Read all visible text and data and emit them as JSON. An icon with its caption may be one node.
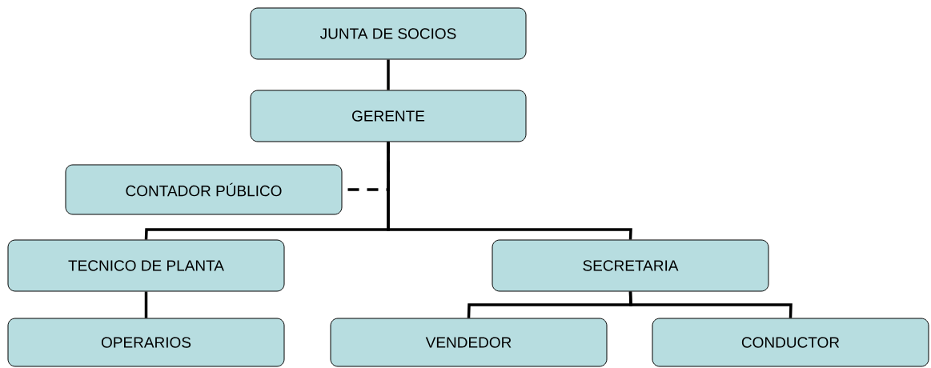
{
  "diagram": {
    "nodes": [
      {
        "text": [
          "JUNTA DE SOCIOS"
        ]
      },
      {
        "text": [
          "GERENTE"
        ]
      },
      {
        "text": [
          "CONTADOR PÚBLICO"
        ]
      },
      {
        "text": [
          "TECNICO DE PLANTA"
        ]
      },
      {
        "text": [
          "SECRETARIA"
        ]
      },
      {
        "text": [
          "OPERARIOS"
        ]
      },
      {
        "text": [
          "VENDEDOR"
        ]
      },
      {
        "text": [
          "CONDUCTOR"
        ]
      }
    ],
    "edges": [
      {
        "from": 0,
        "to": 1,
        "arrow": "none"
      },
      {
        "from": 1,
        "to": 2,
        "arrow": "none",
        "style": "dashed"
      },
      {
        "from": 1,
        "to": 3,
        "arrow": "none"
      },
      {
        "from": 1,
        "to": 4,
        "arrow": "none"
      },
      {
        "from": 3,
        "to": 5,
        "arrow": "none"
      },
      {
        "from": 4,
        "to": 6,
        "arrow": "none"
      },
      {
        "from": 4,
        "to": 7,
        "arrow": "none"
      }
    ]
  }
}
